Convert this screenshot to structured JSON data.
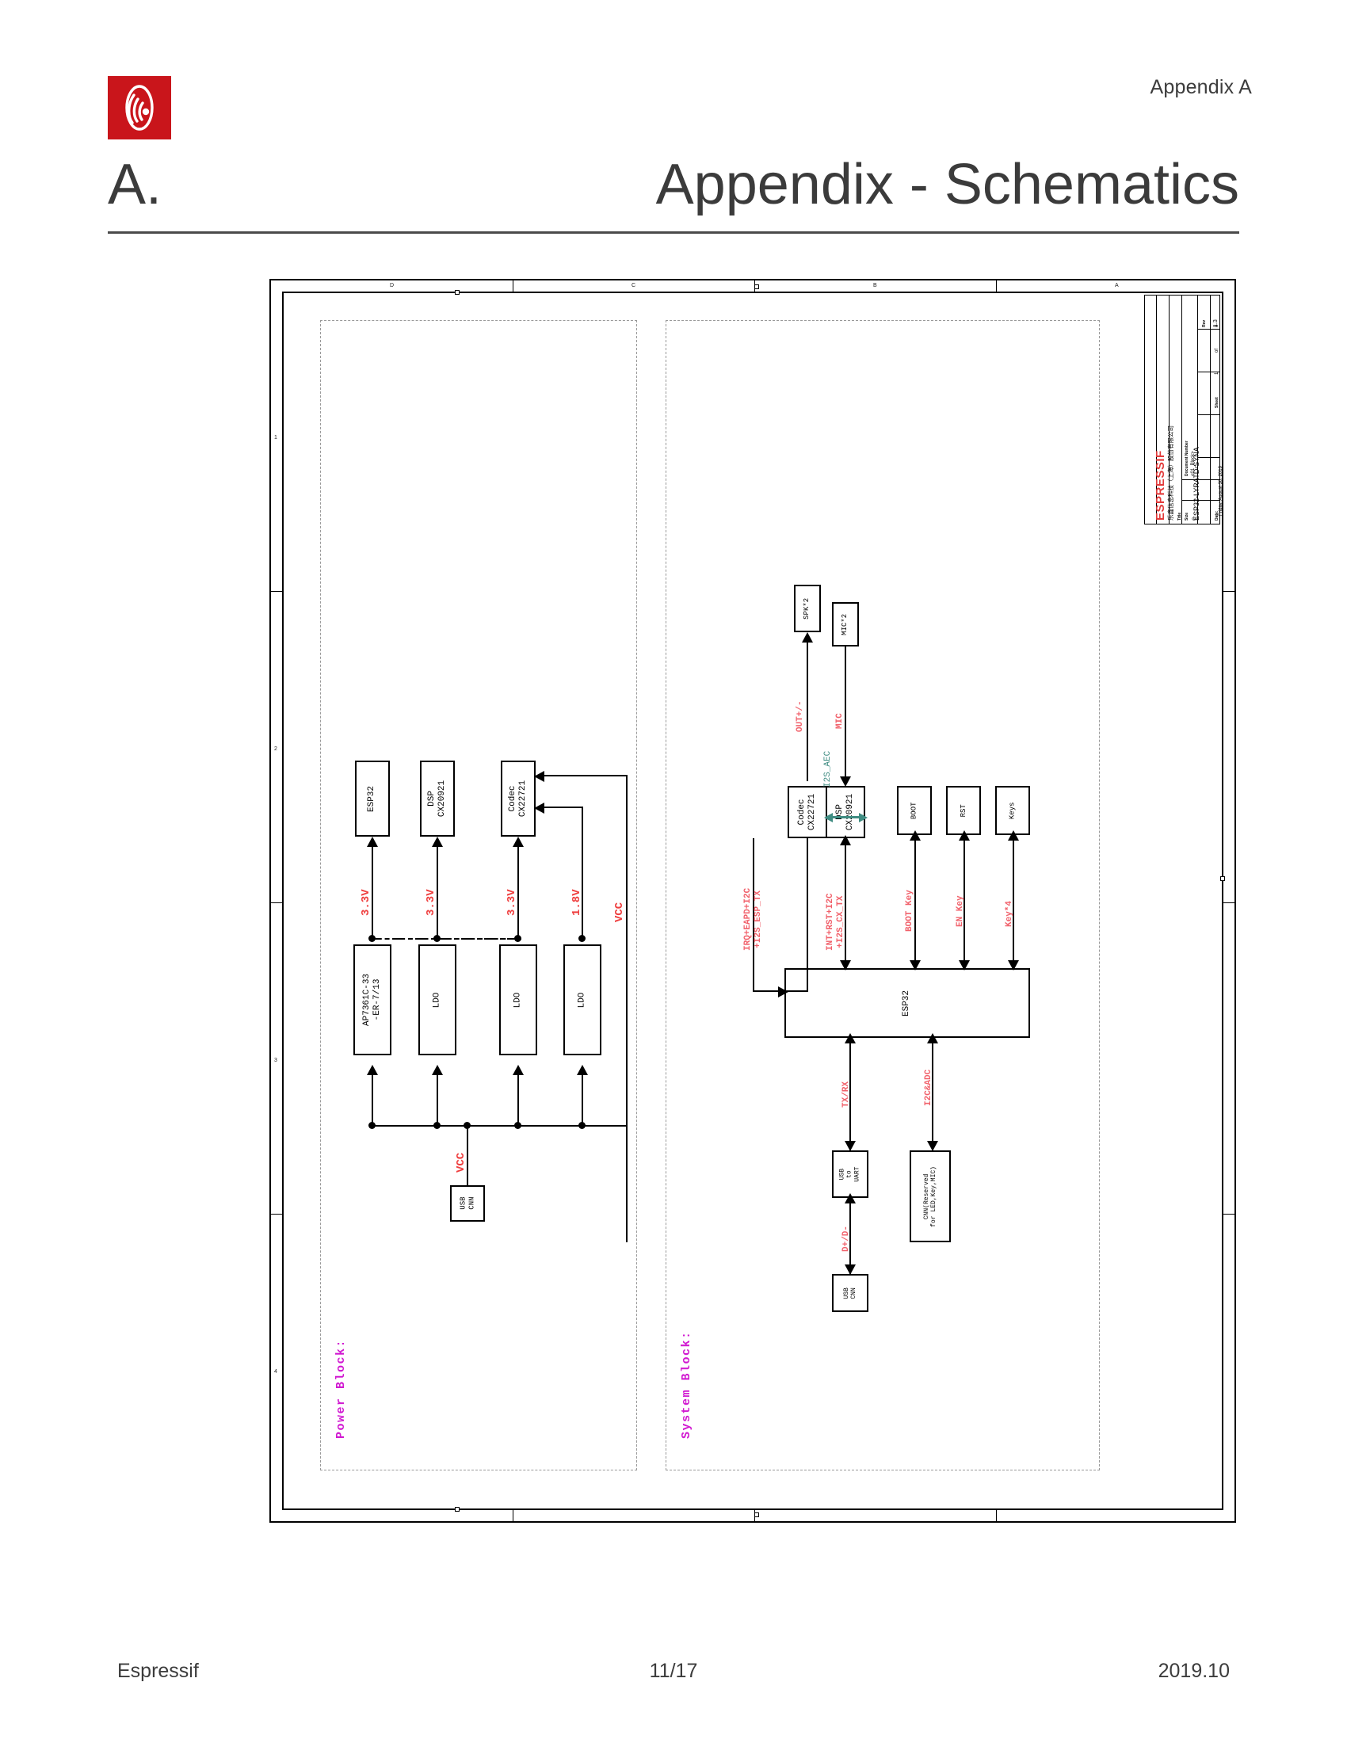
{
  "header": {
    "appendix_tag": "Appendix A",
    "section_letter": "A.",
    "section_title": "Appendix - Schematics",
    "logo_name": "espressif-logo"
  },
  "footer": {
    "left": "Espressif",
    "page": "11/17",
    "date": "2019.10"
  },
  "schematic": {
    "power_block_caption": "Power Block:",
    "system_block_caption": "System Block:",
    "power_block": {
      "loads": [
        {
          "label": "ESP32"
        },
        {
          "label": "DSP\nCX20921"
        },
        {
          "label": "Codec\nCX22721"
        }
      ],
      "rails": [
        {
          "voltage": "3.3V"
        },
        {
          "voltage": "3.3V"
        },
        {
          "voltage": "3.3V"
        },
        {
          "voltage": "1.8V"
        }
      ],
      "rail_net": "VCC",
      "regulators": [
        {
          "label": "AP7361C-33\n-ER-7/13"
        },
        {
          "label": "LDO"
        },
        {
          "label": "LDO"
        },
        {
          "label": "LDO"
        }
      ],
      "source_net": "VCC",
      "source": {
        "label": "USB\nCNN"
      }
    },
    "system_block": {
      "speaker": {
        "label": "SPK*2"
      },
      "microphone": {
        "label": "MIC*2"
      },
      "codec": {
        "label": "Codec\nCX22721"
      },
      "dsp": {
        "label": "DSP\nCX20921"
      },
      "boot": {
        "label": "BOOT"
      },
      "rst": {
        "label": "RST"
      },
      "keys": {
        "label": "Keys"
      },
      "mcu": {
        "label": "ESP32"
      },
      "usb_uart": {
        "label": "USB\nto\nUART"
      },
      "usb_cnn": {
        "label": "USB\nCNN"
      },
      "reserved_cnn": {
        "label": "CNN(Reserved\nfor LED,Key,MIC)"
      },
      "nets": {
        "spk_out": "OUT+/-",
        "mic_in": "MIC",
        "i2s_aec": "I2S_AEC",
        "codec_to_mcu": "IRQ+EAPD+I2C\n+I2S_ESP_TX",
        "dsp_to_mcu": "INT+RST+I2C\n+I2S_CX_TX",
        "boot_key": "BOOT Key",
        "en_key": "EN Key",
        "key4": "Key*4",
        "uart": "TX/RX",
        "usb_data": "D+/D-",
        "i2c_adc": "I2C&ADC"
      }
    },
    "title_block": {
      "brand": "ESPRESSIF",
      "company_cn": "乐鑫信息科技（上海）股份有限公司",
      "title_caption": "Title",
      "title_value": "ESP32-LYRATD-SYNA",
      "docnum_caption": "Document Number",
      "docnum_value": "<01_Block>",
      "size_caption": "Size",
      "size_value": "C",
      "rev_caption": "Rev",
      "rev_value": "1.3",
      "date_caption": "Date:",
      "date_value": "Friday, August 30, 2019",
      "sheet_caption": "Sheet",
      "sheet_of": "of",
      "sheet_num": "1",
      "sheet_total": "8"
    },
    "frame_labels_cols": [
      "D",
      "C",
      "B",
      "A"
    ],
    "frame_labels_rows": [
      "1",
      "2",
      "3",
      "4"
    ]
  },
  "colors": {
    "brand_red": "#c9151b",
    "net_red": "#f1616b",
    "rail_red": "#ef3f3f",
    "caption_magenta": "#d119d1",
    "aec_teal": "#3f8c82"
  }
}
